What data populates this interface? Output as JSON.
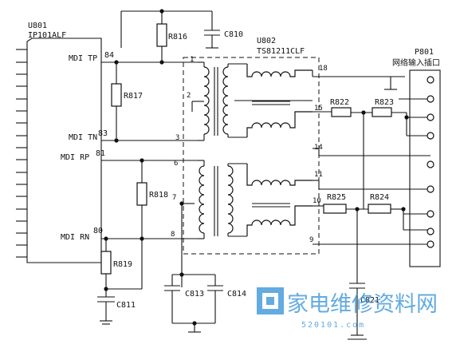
{
  "u801": {
    "ref": "U801",
    "part": "IP101ALF",
    "pins": [
      {
        "num": "84",
        "name": "MDI TP"
      },
      {
        "num": "83",
        "name": "MDI TN"
      },
      {
        "num": "81",
        "name": "MDI RP"
      },
      {
        "num": "80",
        "name": "MDI RN"
      }
    ]
  },
  "u802": {
    "ref": "U802",
    "part": "TS81211CLF",
    "pins_left": [
      "1",
      "2",
      "3",
      "6",
      "7",
      "8"
    ],
    "pins_right": [
      "18",
      "15",
      "14",
      "11",
      "10",
      "9"
    ]
  },
  "p801": {
    "ref": "P801",
    "title": "网络输入插口"
  },
  "resistors": [
    "R816",
    "R817",
    "R818",
    "R819",
    "R822",
    "R823",
    "R825",
    "R824"
  ],
  "capacitors": [
    "C810",
    "C811",
    "C813",
    "C814",
    "C821"
  ],
  "watermark": {
    "cn": "家电维修资料网",
    "url": "520101.com"
  }
}
